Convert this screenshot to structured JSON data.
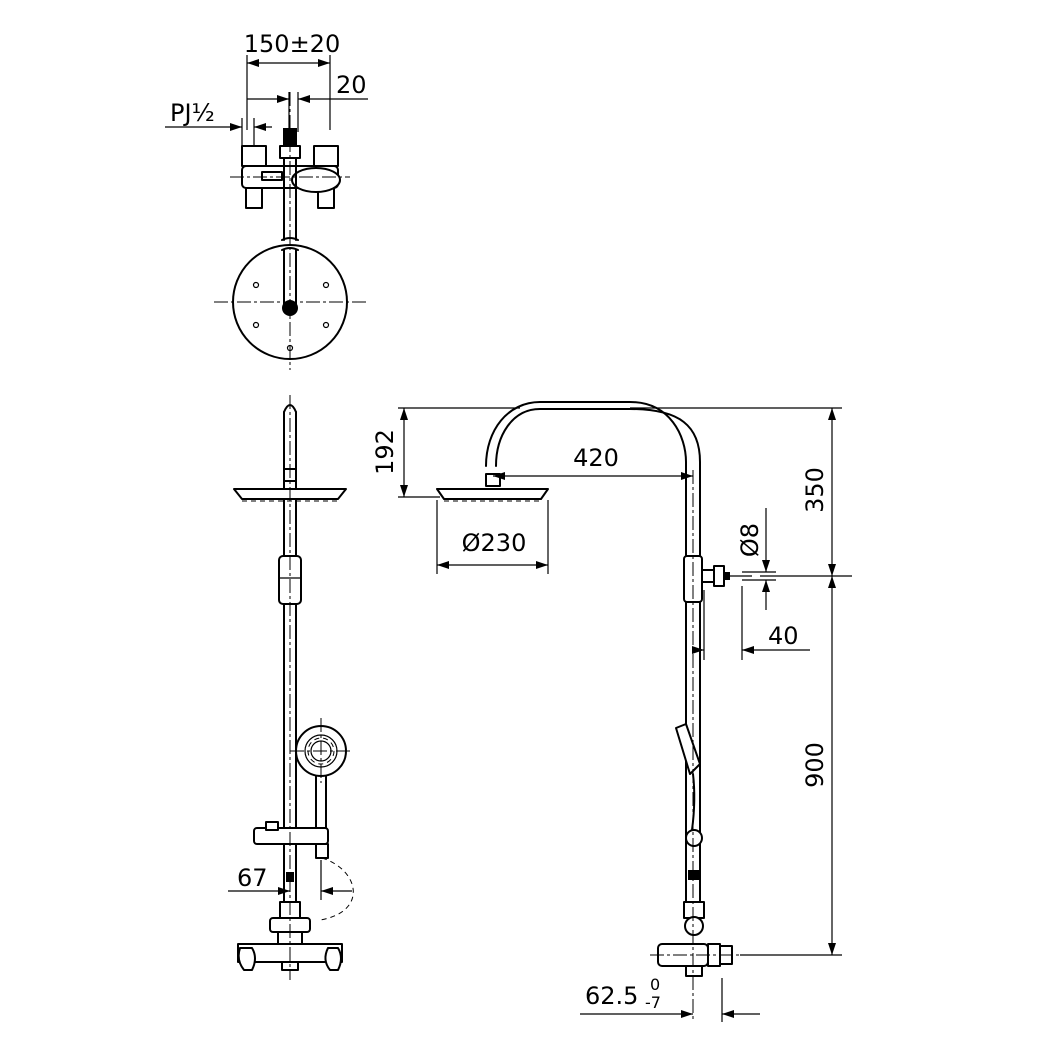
{
  "labels": {
    "centers": "150±20",
    "offset": "20",
    "thread": "PJ½",
    "head_height": "192",
    "arm_length": "420",
    "head_diameter": "Ø230",
    "upper_height": "350",
    "hose_diameter": "Ø8",
    "bracket_offset": "40",
    "rail_height": "900",
    "spout_offset": "67",
    "wall_offset": "62.5",
    "tol_upper": "0",
    "tol_lower": "-7"
  }
}
